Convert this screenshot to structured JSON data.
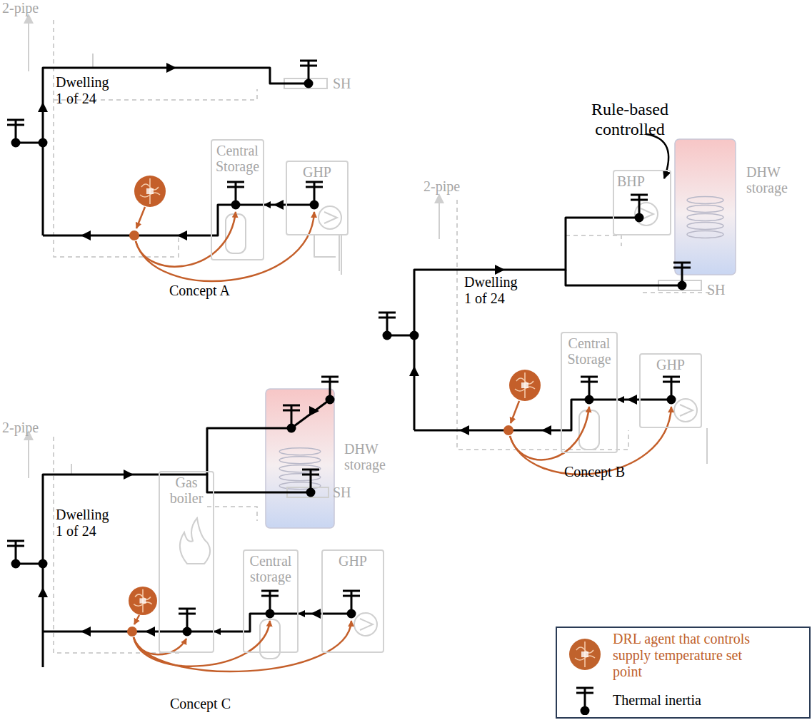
{
  "diagram": {
    "nodes": [
      {
        "text": [
          "Central Storage"
        ]
      },
      {
        "text": [
          "GHP"
        ]
      },
      {
        "text": [
          "BHP"
        ]
      },
      {
        "text": [
          "DHW storage"
        ]
      },
      {
        "text": [
          "Central Storage"
        ]
      },
      {
        "text": [
          "GHP"
        ]
      },
      {
        "text": [
          "DHW storage"
        ]
      },
      {
        "text": [
          "Gas boiler"
        ]
      },
      {
        "text": [
          "Central storage"
        ]
      },
      {
        "text": [
          "GHP"
        ]
      }
    ],
    "edges": [
      {
        "from": 1,
        "to": 0,
        "arrow": "to"
      },
      {
        "from": 5,
        "to": 4,
        "arrow": "to"
      },
      {
        "from": 9,
        "to": 8,
        "arrow": "to"
      },
      {
        "from": 8,
        "to": 7,
        "arrow": "to"
      }
    ],
    "labels": [
      "2-pipe",
      "Dwelling 1 of 24",
      "SH",
      "Concept A",
      "Rule-based controlled",
      "2-pipe",
      "Dwelling 1 of 24",
      "SH",
      "Concept B",
      "2-pipe",
      "Dwelling 1 of 24",
      "SH",
      "Concept C"
    ],
    "legend": [
      {
        "text": "DRL agent that controls supply temperature set point",
        "color": "#c0622c"
      },
      {
        "text": "Thermal inertia"
      }
    ]
  }
}
